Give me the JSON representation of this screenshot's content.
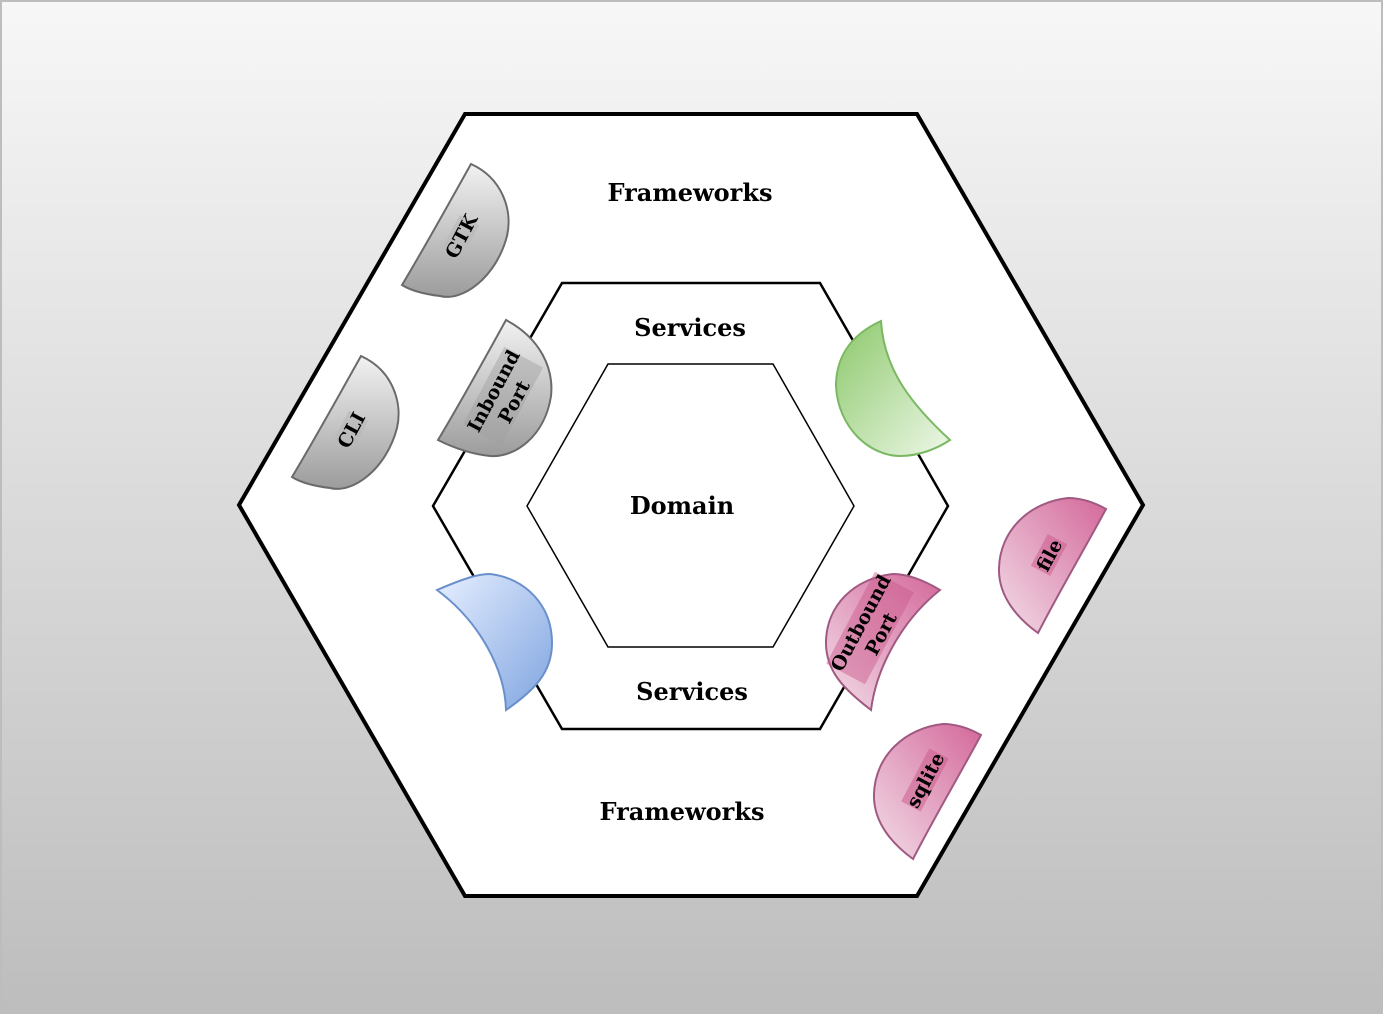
{
  "diagram": {
    "layers": {
      "outer": {
        "label_top": "Frameworks",
        "label_bottom": "Frameworks"
      },
      "middle": {
        "label_top": "Services",
        "label_bottom": "Services"
      },
      "inner": {
        "label": "Domain"
      }
    },
    "adapters": {
      "gtk": "GTK",
      "cli": "CLI",
      "file": "file",
      "sqlite": "sqlite"
    },
    "ports": {
      "inbound_line1": "Inbound",
      "inbound_line2": "Port",
      "outbound_line1": "Outbound",
      "outbound_line2": "Port"
    },
    "colors": {
      "gray_adapter": "#a8a8a8",
      "green_port": "#8fca6f",
      "blue_port": "#8aaee6",
      "pink_port": "#d8729c"
    }
  }
}
